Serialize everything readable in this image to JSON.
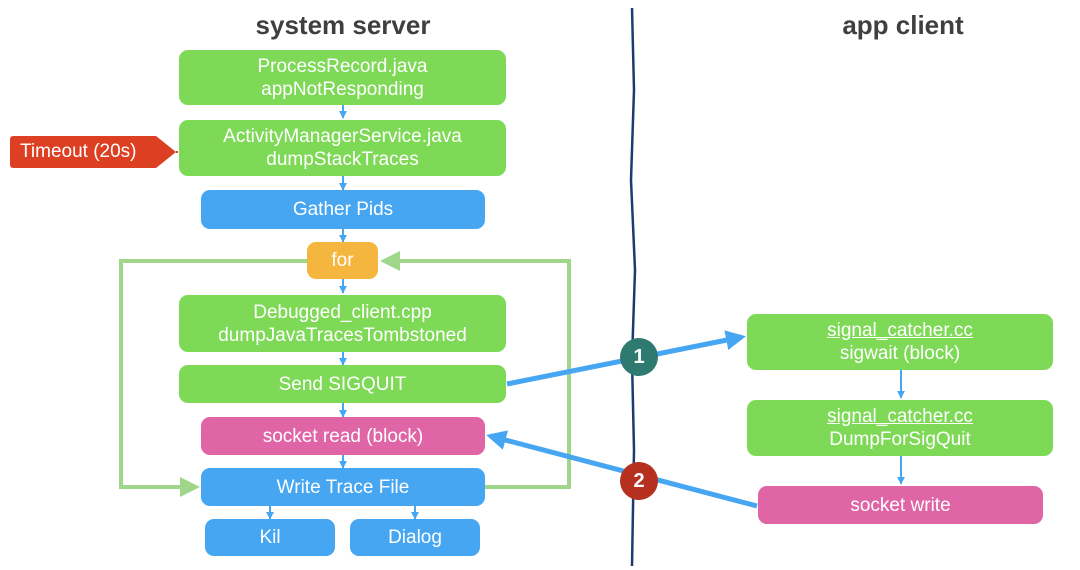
{
  "headings": {
    "left": "system server",
    "right": "app client"
  },
  "timeout_label": "Timeout (20s)",
  "server_nodes": {
    "process_record": {
      "line1": "ProcessRecord.java",
      "line2": "appNotResponding"
    },
    "ams": {
      "line1": "ActivityManagerService.java",
      "line2": "dumpStackTraces"
    },
    "gather_pids": "Gather Pids",
    "for_loop": "for",
    "debugged_client": {
      "line1": "Debugged_client.cpp",
      "line2": "dumpJavaTracesTombstoned"
    },
    "send_sigquit": "Send SIGQUIT",
    "socket_read": "socket read  (block)",
    "write_trace": "Write Trace File",
    "kill": "Kil",
    "dialog": "Dialog"
  },
  "client_nodes": {
    "sigwait": {
      "line1": "signal_catcher.cc",
      "line2": "sigwait  (block)"
    },
    "dump": {
      "line1": "signal_catcher.cc",
      "line2": "DumpForSigQuit"
    },
    "socket_write": "socket write"
  },
  "step_badges": [
    "1",
    "2"
  ],
  "colors": {
    "green": "#7ed957",
    "blue": "#46a6f2",
    "pink": "#e065a6",
    "orange": "#f4b63f",
    "timeout_red": "#dd3f22",
    "badge1": "#2f7a70",
    "badge2": "#b5301f",
    "loop_line": "#9fd68a",
    "divider": "#1f3b6e"
  }
}
